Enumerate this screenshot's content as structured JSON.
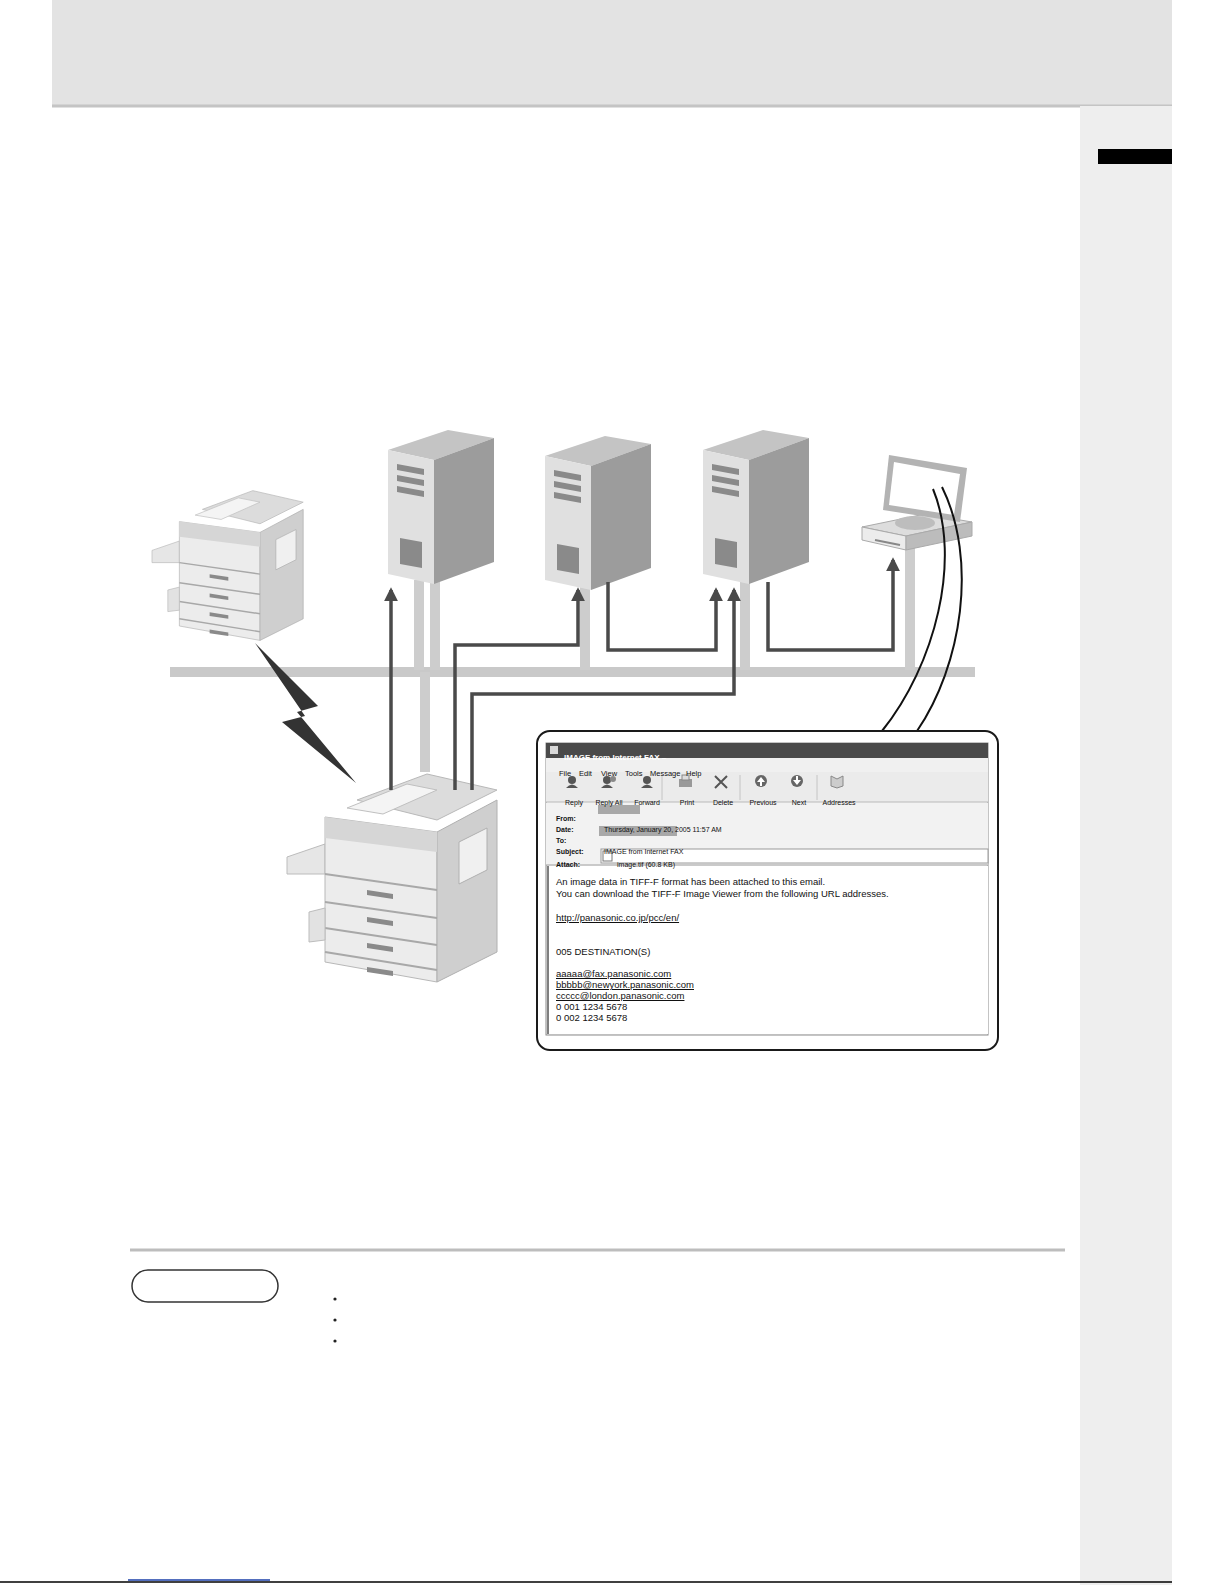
{
  "diagram": {
    "nodes": [
      {
        "text": [
          "IMAGE from Internet FAX –",
          "File",
          "Edit",
          "View",
          "Tools",
          "Message",
          "Help",
          "Reply",
          "Reply All",
          "Forward",
          "Print",
          "Delete",
          "Previous",
          "Next",
          "Addresses",
          "From:",
          "Date:",
          "Thursday, January 20, 2005 11:57 AM",
          "To:",
          "Subject:",
          "IMAGE from Internet FAX",
          "Attach:",
          "image.tif  (60.8 KB)",
          "An image data in TIFF-F format has been attached to this email.",
          "You can download the TIFF-F Image Viewer from the following URL addresses.",
          "http://panasonic.co.jp/pcc/en/",
          "005 DESTINATION(S)",
          "aaaaa@fax.panasonic.com",
          "bbbbb@newyork.panasonic.com",
          "ccccc@london.panasonic.com",
          "0 001 1234 5678",
          "0 002 1234 5678"
        ]
      }
    ]
  }
}
